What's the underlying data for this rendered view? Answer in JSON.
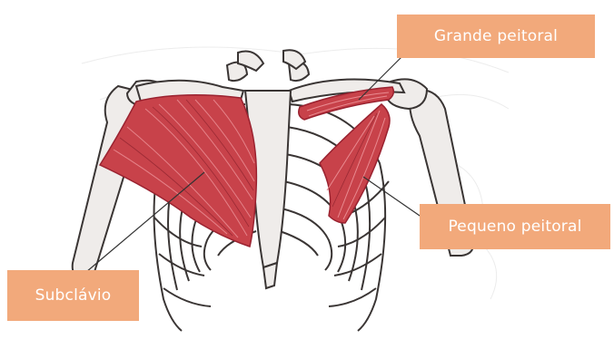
{
  "labels": {
    "grande_peitoral": "Grande peitoral",
    "pequeno_peitoral": "Pequeno peitoral",
    "subclavio": "Subclávio"
  },
  "colors": {
    "label_fill": "#f2a97b",
    "label_text": "#ffffff",
    "muscle": "#c8424a",
    "muscle_dark": "#9a2230",
    "bone": "#efecea",
    "bone_outline": "#3a3534",
    "leader_line": "#333333"
  }
}
